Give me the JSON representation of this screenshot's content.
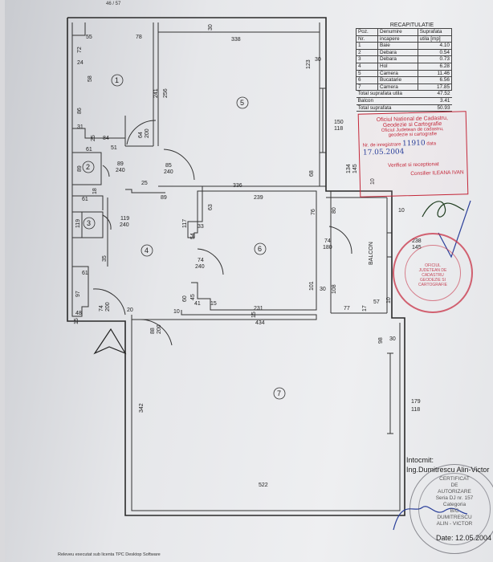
{
  "recap": {
    "title": "RECAPITULATIE",
    "col_poz": "Poz.",
    "col_nr": "Nr.",
    "col_denumire": "Denumire",
    "col_incapere": "incapere",
    "col_suprafata": "Suprafata",
    "col_utila": "utila [mp]",
    "rows": [
      {
        "nr": "1",
        "name": "Baie",
        "area": "4.10"
      },
      {
        "nr": "2",
        "name": "Debara",
        "area": "0.54"
      },
      {
        "nr": "3",
        "name": "Debara",
        "area": "0.73"
      },
      {
        "nr": "4",
        "name": "Hol",
        "area": "6.28"
      },
      {
        "nr": "5",
        "name": "Camera",
        "area": "11.46"
      },
      {
        "nr": "6",
        "name": "Bucatarie",
        "area": "6.56"
      },
      {
        "nr": "7",
        "name": "Camera",
        "area": "17.85"
      }
    ],
    "total_utila_label": "Total suprafata utila",
    "total_utila": "47.52",
    "balcon_label": "Balcon",
    "balcon": "3.41",
    "total_label": "Total suprafata",
    "total": "50.93"
  },
  "stamp": {
    "line1": "Oficiul National de Cadastru,",
    "line2": "Geodezie si Cartografie",
    "line3": "Oficiul Judetean de cadastru,",
    "line4": "geodezie si cartografie",
    "reg_label": "Nr. de inregistrare",
    "reg_no": "11910",
    "date_label": "data",
    "reg_date": "17.05.2004",
    "verified": "Verificat si receptionat",
    "referent": "Consilier ILEANA IVAN"
  },
  "seal_red": "OFICIUL JUDETEAN DE CADASTRU GEODEZIE SI CARTOGRAFIE",
  "engineer": {
    "line1": "Intocmit:",
    "line2": "Ing.Dumitrescu Alin-Victor",
    "seal_text": [
      "CERTIFICAT",
      "DE",
      "AUTORIZARE",
      "Seria DJ nr. 157",
      "Categoria",
      "B/C",
      "DUMITRESCU",
      "ALIN - VICTOR"
    ],
    "date": "Date: 12.05.2004"
  },
  "footer": "Releveu executat sub licenta TPC Desktop Software",
  "top_numbers": "46 / 57",
  "rooms": [
    "1",
    "2",
    "3",
    "4",
    "5",
    "6",
    "7"
  ],
  "balcony_label": "BALCON",
  "dims": {
    "d55": "55",
    "d78": "78",
    "d30a": "30",
    "d338": "338",
    "d123": "123",
    "d30b": "30",
    "d72": "72",
    "d24": "24",
    "d58": "58",
    "d86": "86",
    "d31": "31",
    "d25": "25",
    "d84": "84",
    "d51": "51",
    "d61a": "61",
    "d64": "64",
    "d200a": "200",
    "d241": "241",
    "d256": "256",
    "d150": "150",
    "d118a": "118",
    "d89a": "89",
    "d240a": "240",
    "d85": "85",
    "d240b": "240",
    "d68": "68",
    "d18": "18",
    "d25b": "25",
    "d89b": "89",
    "d336": "336",
    "d239": "239",
    "d76": "76",
    "d80": "80",
    "d10a": "10",
    "d61b": "61",
    "d119a": "119",
    "d119b": "119",
    "d240c": "240",
    "d117": "117",
    "d63": "63",
    "d33": "33",
    "d54": "54",
    "d74a": "74",
    "d180": "180",
    "d238": "238",
    "d145": "145",
    "d35": "35",
    "d74b": "74",
    "d240d": "240",
    "d61c": "61",
    "d97": "97",
    "d48": "48",
    "d15a": "15",
    "d74c": "74",
    "d200b": "200",
    "d20": "20",
    "d60": "60",
    "d45": "45",
    "d10b": "10",
    "d41": "41",
    "d15b": "15",
    "d231": "231",
    "d15c": "15",
    "d101": "101",
    "d30c": "30",
    "d108": "108",
    "d77": "77",
    "d17": "17",
    "d57": "57",
    "d10c": "10",
    "d434": "434",
    "d88": "88",
    "d200c": "200",
    "d98": "98",
    "d30d": "30",
    "d342": "342",
    "d179": "179",
    "d118b": "118",
    "d522": "522",
    "d134": "134",
    "d145b": "145",
    "d10d": "10"
  }
}
